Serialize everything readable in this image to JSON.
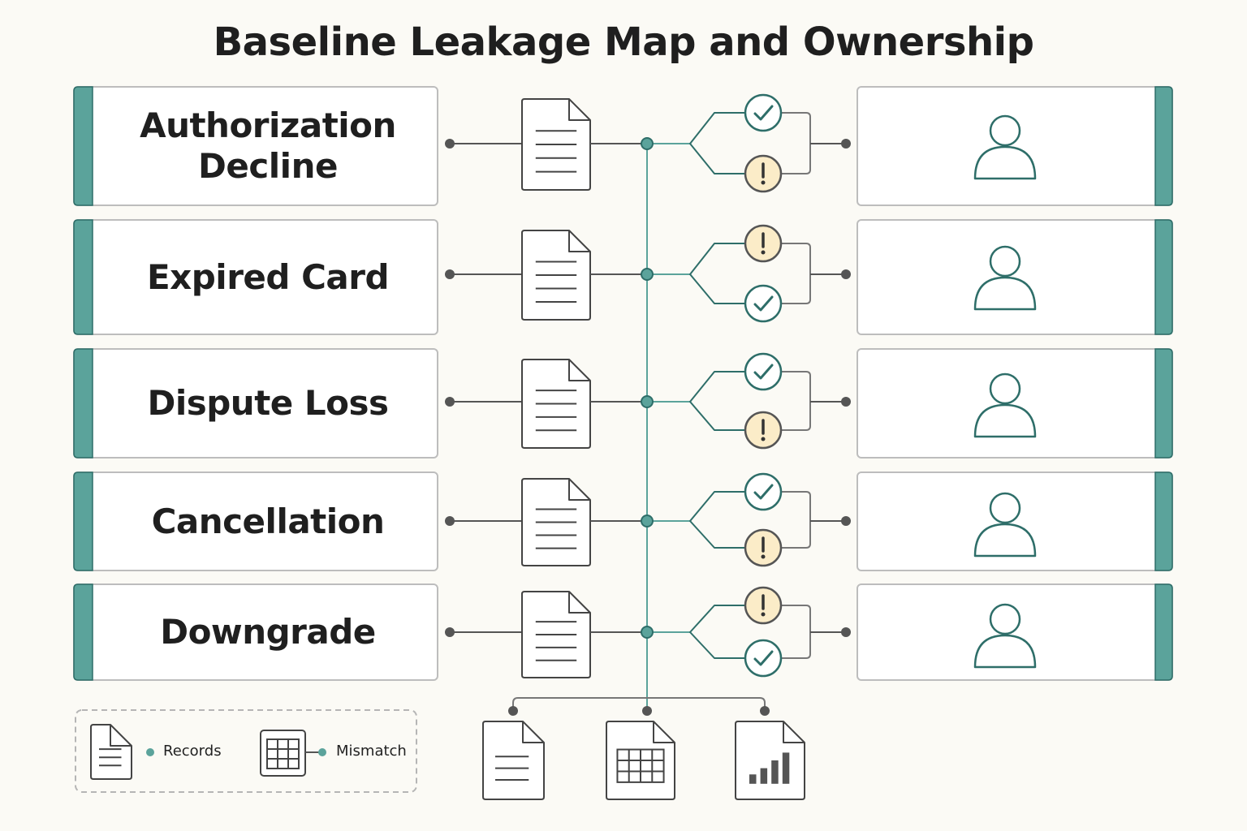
{
  "title": "Baseline Leakage Map and Ownership",
  "rows": [
    {
      "label": "Authorization Decline",
      "status": [
        "ok",
        "warn"
      ]
    },
    {
      "label": "Expired Card",
      "status": [
        "warn",
        "ok"
      ]
    },
    {
      "label": "Dispute Loss",
      "status": [
        "ok",
        "warn"
      ]
    },
    {
      "label": "Cancellation",
      "status": [
        "ok",
        "warn"
      ]
    },
    {
      "label": "Downgrade",
      "status": [
        "warn",
        "ok"
      ]
    }
  ],
  "legend": {
    "records_label": "Records",
    "mismatch_label": "Mismatch"
  },
  "colors": {
    "teal": "#5ba39b",
    "teal_dark": "#2e6e69",
    "warn_fill": "#fbecc8",
    "line": "#555555",
    "border": "#bdbdbd"
  },
  "icons": {
    "row_document": "document-icon",
    "owner": "person-icon",
    "ok": "check-circle-icon",
    "warn": "exclamation-circle-icon",
    "outputs": [
      "document-icon",
      "table-document-icon",
      "bar-chart-document-icon"
    ]
  }
}
